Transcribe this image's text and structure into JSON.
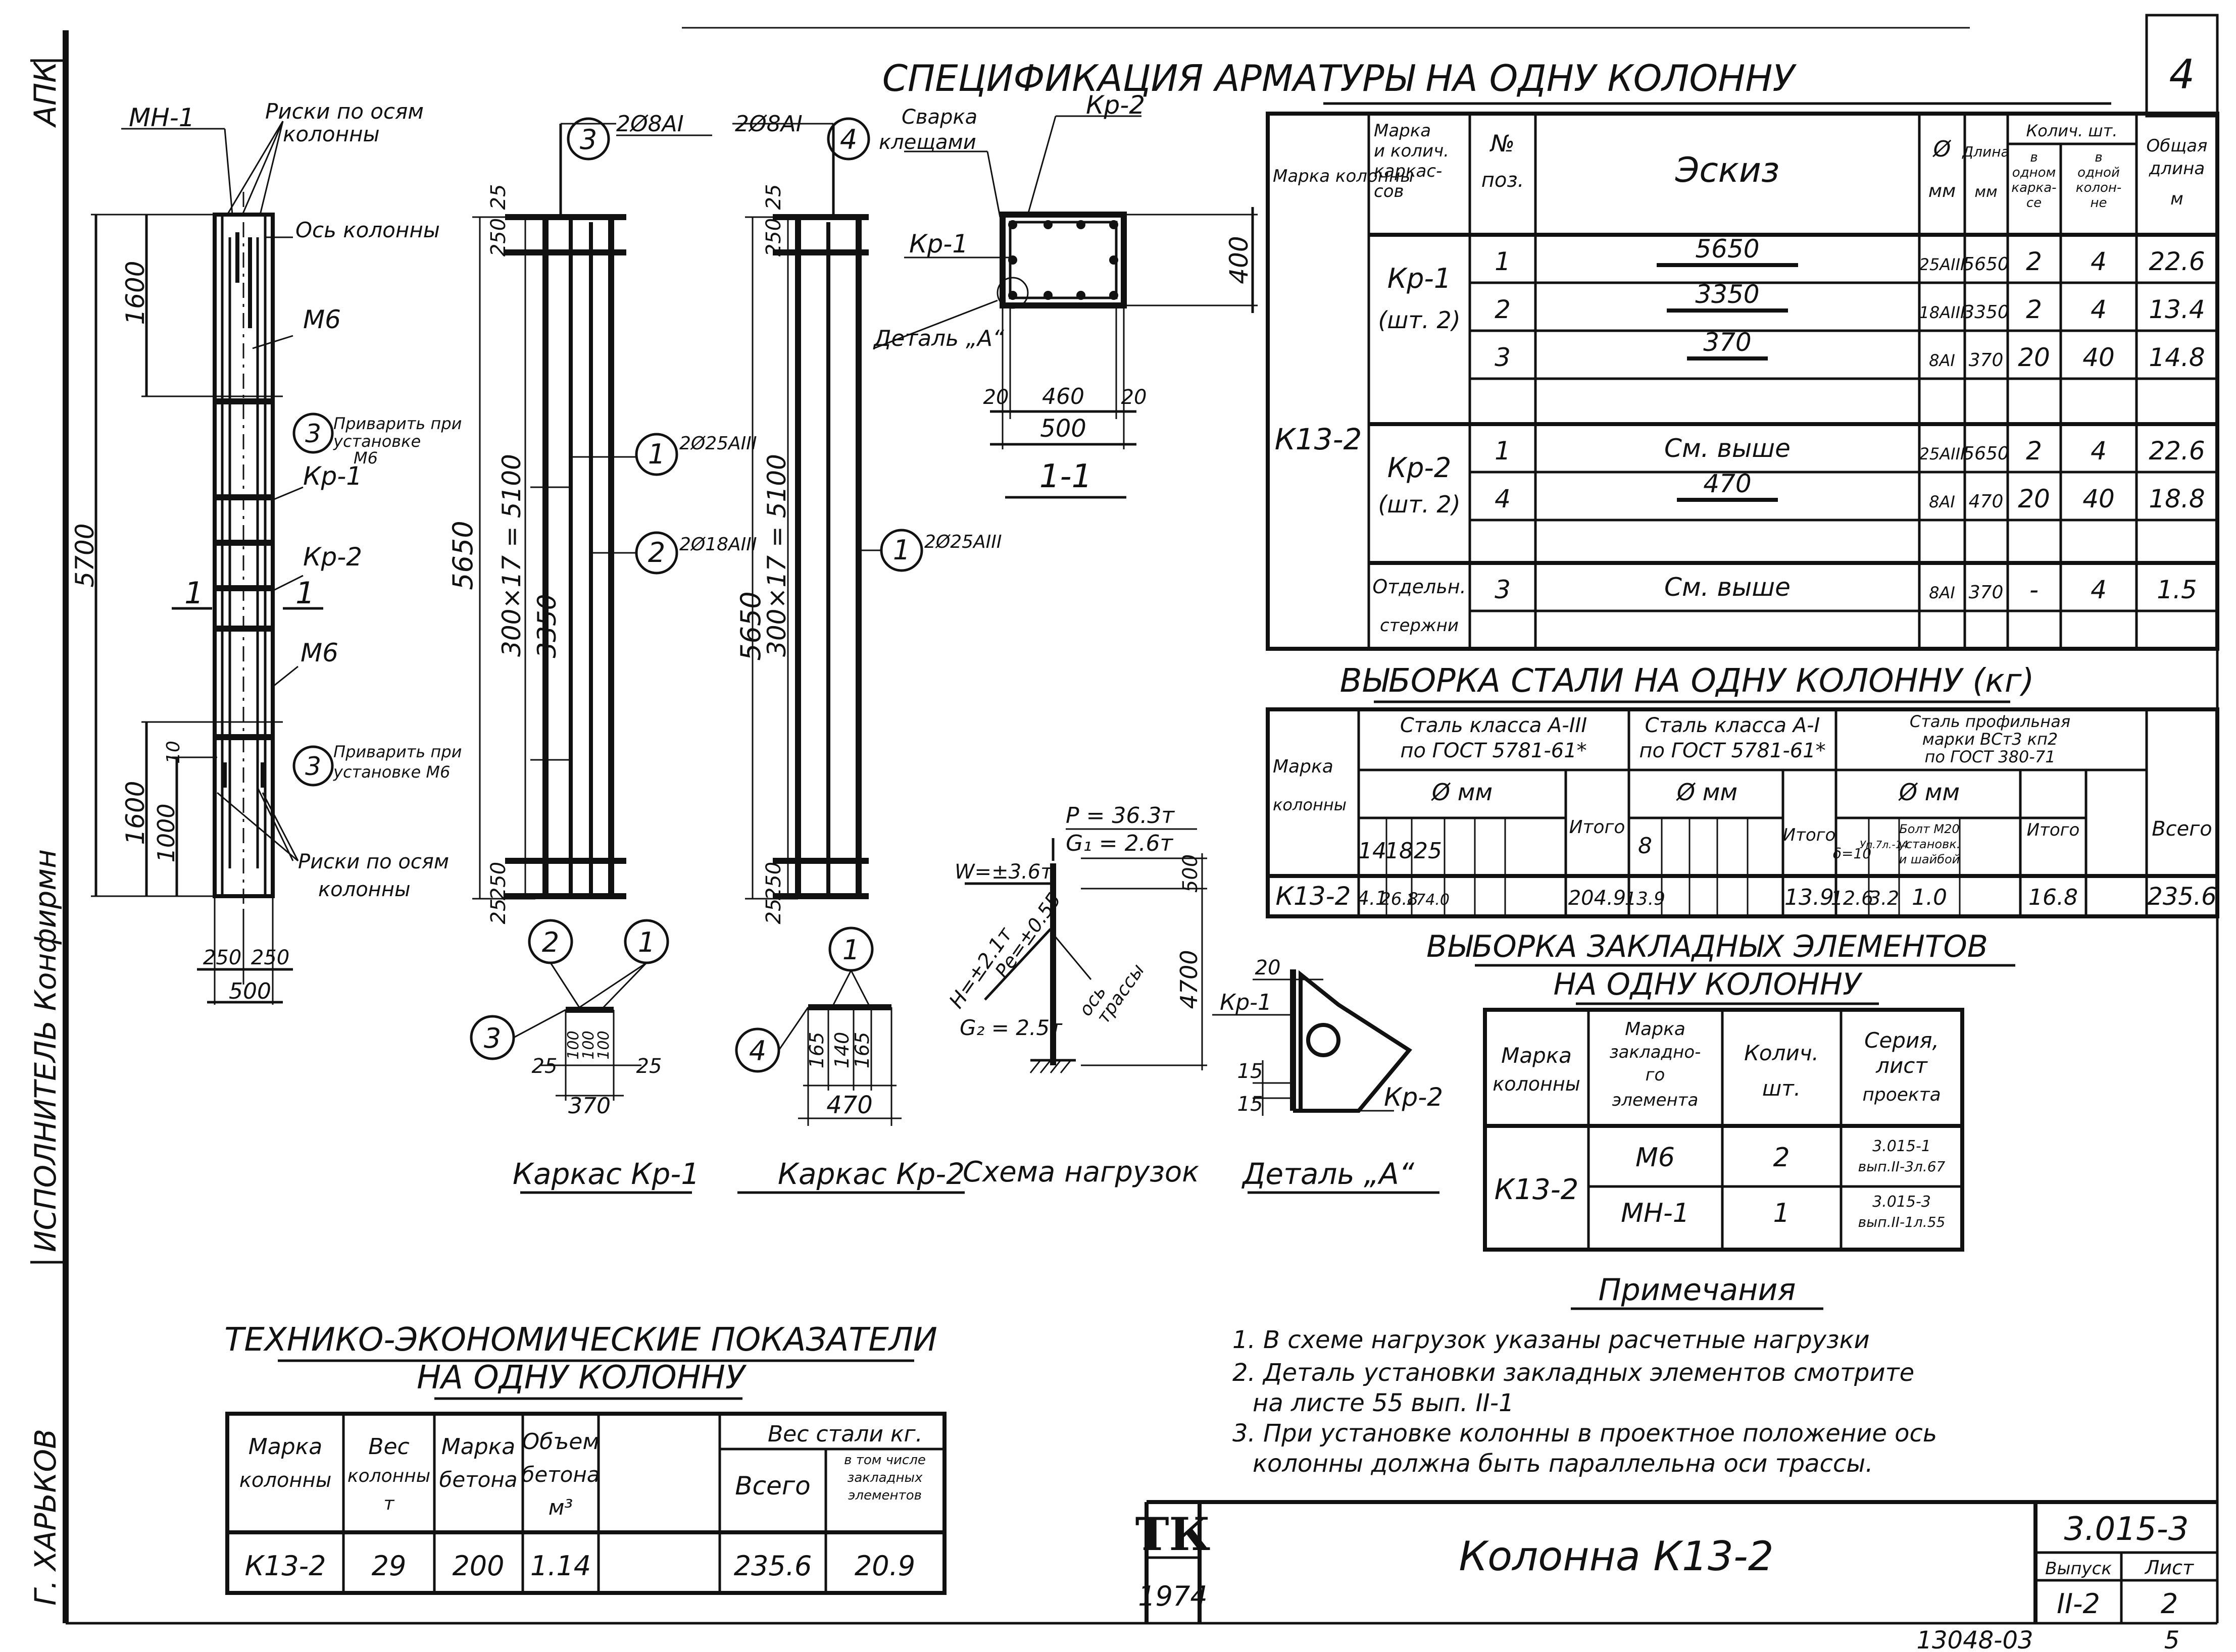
{
  "sheet_number": "4",
  "side_stamp": {
    "code": "АПК",
    "roles": "ИСПОЛНИТЕЛЬ Конфирмн",
    "author": "Г. ХАРЬКОВ"
  },
  "spec": {
    "title": "СПЕЦИФИКАЦИЯ АРМАТУРЫ НА ОДНУ КОЛОННУ",
    "h_mark": "Марка колонны",
    "h_cage_l1": "Марка",
    "h_cage_l2": "и колич.",
    "h_cage_l3": "каркас-",
    "h_cage_l4": "сов",
    "h_pos_l1": "№",
    "h_pos_l2": "поз.",
    "h_sketch": "Эскиз",
    "h_diam_l1": "Ø",
    "h_diam_l2": "мм",
    "h_len_l1": "Длина",
    "h_len_l2": "мм",
    "h_qty": "Колич. шт.",
    "h_qty_a_l1": "в",
    "h_qty_a_l2": "одном",
    "h_qty_a_l3": "карка-",
    "h_qty_a_l4": "се",
    "h_qty_b_l1": "в",
    "h_qty_b_l2": "одной",
    "h_qty_b_l3": "колон-",
    "h_qty_b_l4": "не",
    "h_total_l1": "Общая",
    "h_total_l2": "длина",
    "h_total_l3": "м",
    "column_mark": "К13-2",
    "groups": [
      {
        "mark": "Кр-1",
        "count": "(шт. 2)"
      },
      {
        "mark": "Кр-2",
        "count": "(шт. 2)"
      },
      {
        "mark": "Отдельн.",
        "count": "стержни"
      }
    ],
    "rows": [
      {
        "pos": "1",
        "sketch": "5650",
        "diam": "25АIII",
        "len": "5650",
        "qa": "2",
        "qb": "4",
        "total": "22.6"
      },
      {
        "pos": "2",
        "sketch": "3350",
        "diam": "18АIII",
        "len": "3350",
        "qa": "2",
        "qb": "4",
        "total": "13.4"
      },
      {
        "pos": "3",
        "sketch": "370",
        "diam": "8АI",
        "len": "370",
        "qa": "20",
        "qb": "40",
        "total": "14.8"
      },
      {
        "pos": "1",
        "sketch": "См. выше",
        "diam": "25АIII",
        "len": "5650",
        "qa": "2",
        "qb": "4",
        "total": "22.6"
      },
      {
        "pos": "4",
        "sketch": "470",
        "diam": "8АI",
        "len": "470",
        "qa": "20",
        "qb": "40",
        "total": "18.8"
      },
      {
        "pos": "3",
        "sketch": "См. выше",
        "diam": "8АI",
        "len": "370",
        "qa": "-",
        "qb": "4",
        "total": "1.5"
      }
    ]
  },
  "steel": {
    "title": "ВЫБОРКА СТАЛИ НА ОДНУ КОЛОННУ (кг)",
    "h_mark_l1": "Марка",
    "h_mark_l2": "колонны",
    "h_a3_l1": "Сталь класса А-III",
    "h_a3_l2": "по ГОСТ 5781-61*",
    "h_a1_l1": "Сталь класса А-I",
    "h_a1_l2": "по ГОСТ 5781-61*",
    "h_prof_l1": "Сталь профильная",
    "h_prof_l2": "марки ВСт3 кп2",
    "h_prof_l3": "по ГОСТ 380-71",
    "h_dmm": "Ø мм",
    "h_itogo": "Итого",
    "h_vsego": "Всего",
    "d_14": "14",
    "d_18": "18",
    "d_25": "25",
    "d_8": "8",
    "d_d10": "δ=10",
    "d_ls": "Уп.7л.-14",
    "d_bolt_l1": "Болт М20",
    "d_bolt_l2": "установк.",
    "d_bolt_l3": "и шайбой",
    "mark": "К13-2",
    "v14": "4.1",
    "v18": "26.8",
    "v25": "174.0",
    "itogo_a3": "204.9",
    "v8": "13.9",
    "itogo_a1": "13.9",
    "vd10": "12.6",
    "vls": "3.2",
    "vbolt": "1.0",
    "itogo_prof": "16.8",
    "vsego": "235.6"
  },
  "embedded": {
    "title_l1": "ВЫБОРКА ЗАКЛАДНЫХ ЭЛЕМЕНТОВ",
    "title_l2": "НА ОДНУ КОЛОННУ",
    "h_mark_l1": "Марка",
    "h_mark_l2": "колонны",
    "h_elem_l1": "Марка",
    "h_elem_l2": "закладно-",
    "h_elem_l3": "го",
    "h_elem_l4": "элемента",
    "h_qty_l1": "Колич.",
    "h_qty_l2": "шт.",
    "h_series_l1": "Серия,",
    "h_series_l2": "лист",
    "h_series_l3": "проекта",
    "mark": "К13-2",
    "rows": [
      {
        "elem": "М6",
        "qty": "2",
        "ser_l1": "3.015-1",
        "ser_l2": "вып.II-3л.67"
      },
      {
        "elem": "МН-1",
        "qty": "1",
        "ser_l1": "3.015-3",
        "ser_l2": "вып.II-1л.55"
      }
    ]
  },
  "notes": {
    "title": "Примечания",
    "n1": "1. В схеме нагрузок указаны расчетные нагрузки",
    "n2a": "2. Деталь установки закладных элементов смотрите",
    "n2b": "на листе 55 вып. II-1",
    "n3a": "3. При установке колонны в проектное положение ось",
    "n3b": "колонны должна быть параллельна оси трассы."
  },
  "tep": {
    "title_l1": "ТЕХНИКО-ЭКОНОМИЧЕСКИЕ ПОКАЗАТЕЛИ",
    "title_l2": "НА ОДНУ КОЛОННУ",
    "h_mark_l1": "Марка",
    "h_mark_l2": "колонны",
    "h_weight_l1": "Вес",
    "h_weight_l2": "колонны",
    "h_weight_l3": "т",
    "h_conc_l1": "Марка",
    "h_conc_l2": "бетона",
    "h_vol_l1": "Объем",
    "h_vol_l2": "бетона",
    "h_vol_l3": "м³",
    "h_steel": "Вес стали кг.",
    "h_total": "Всего",
    "h_incl_l1": "в том числе",
    "h_incl_l2": "закладных",
    "h_incl_l3": "элементов",
    "mark": "К13-2",
    "weight": "29",
    "conc": "200",
    "vol": "1.14",
    "total": "235.6",
    "incl": "20.9"
  },
  "title_block": {
    "logo": "ТК",
    "year": "1974",
    "title": "Колонна К13-2",
    "series": "3.015-3",
    "h_vyp": "Выпуск",
    "vyp": "II-2",
    "h_list": "Лист",
    "list": "2",
    "inv": "13048-03",
    "page": "5"
  },
  "column_view": {
    "mh1": "МН-1",
    "risk_l1": "Риски по осям",
    "risk_l2": "колонны",
    "axis": "Ось колонны",
    "m6": "М6",
    "weld_l1": "Приварить при",
    "weld_l2": "установке",
    "weld_l3": "М6",
    "weld2_l1": "Приварить при",
    "weld2_l2": "установке М6",
    "kr1": "Кр-1",
    "kr2": "Кр-2",
    "sec": "1",
    "d5700": "5700",
    "d1600": "1600",
    "d1000": "1000",
    "d10": "10",
    "d250": "250",
    "d500": "500"
  },
  "frames": {
    "kr1_caption": "Каркас Кр-1",
    "kr2_caption": "Каркас Кр-2",
    "b3": "3",
    "b4": "4",
    "b1": "1",
    "b2": "2",
    "l2d8": "2Ø8АI",
    "l2d25": "2Ø25АIII",
    "l2d18": "2Ø18АIII",
    "weld_l1": "Сварка",
    "weld_l2": "клещами",
    "d25": "25",
    "d250": "250",
    "d5650": "5650",
    "d300x17": "300×17 = 5100",
    "d3350": "3350",
    "d370": "370",
    "d470": "470",
    "d100": "100",
    "d165": "165",
    "d140": "140"
  },
  "section": {
    "kr2": "Кр-2",
    "kr1": "Кр-1",
    "detail": "Деталь „А“",
    "d400": "400",
    "d20": "20",
    "d460": "460",
    "d500": "500",
    "label": "1-1"
  },
  "load": {
    "caption": "Схема нагрузок",
    "p": "P = 36.3т",
    "g1": "G₁ = 2.6т",
    "w": "W=±3.6т",
    "h": "H=±2.1т",
    "pe": "Pe=±0.55",
    "g2": "G₂ = 2.5т",
    "axis_l1": "ось",
    "axis_l2": "трассы",
    "d500": "500",
    "d4700": "4700"
  },
  "detail_a": {
    "caption": "Деталь „А“",
    "kr1": "Кр-1",
    "kr2": "Кр-2",
    "d20": "20",
    "d15": "15"
  }
}
